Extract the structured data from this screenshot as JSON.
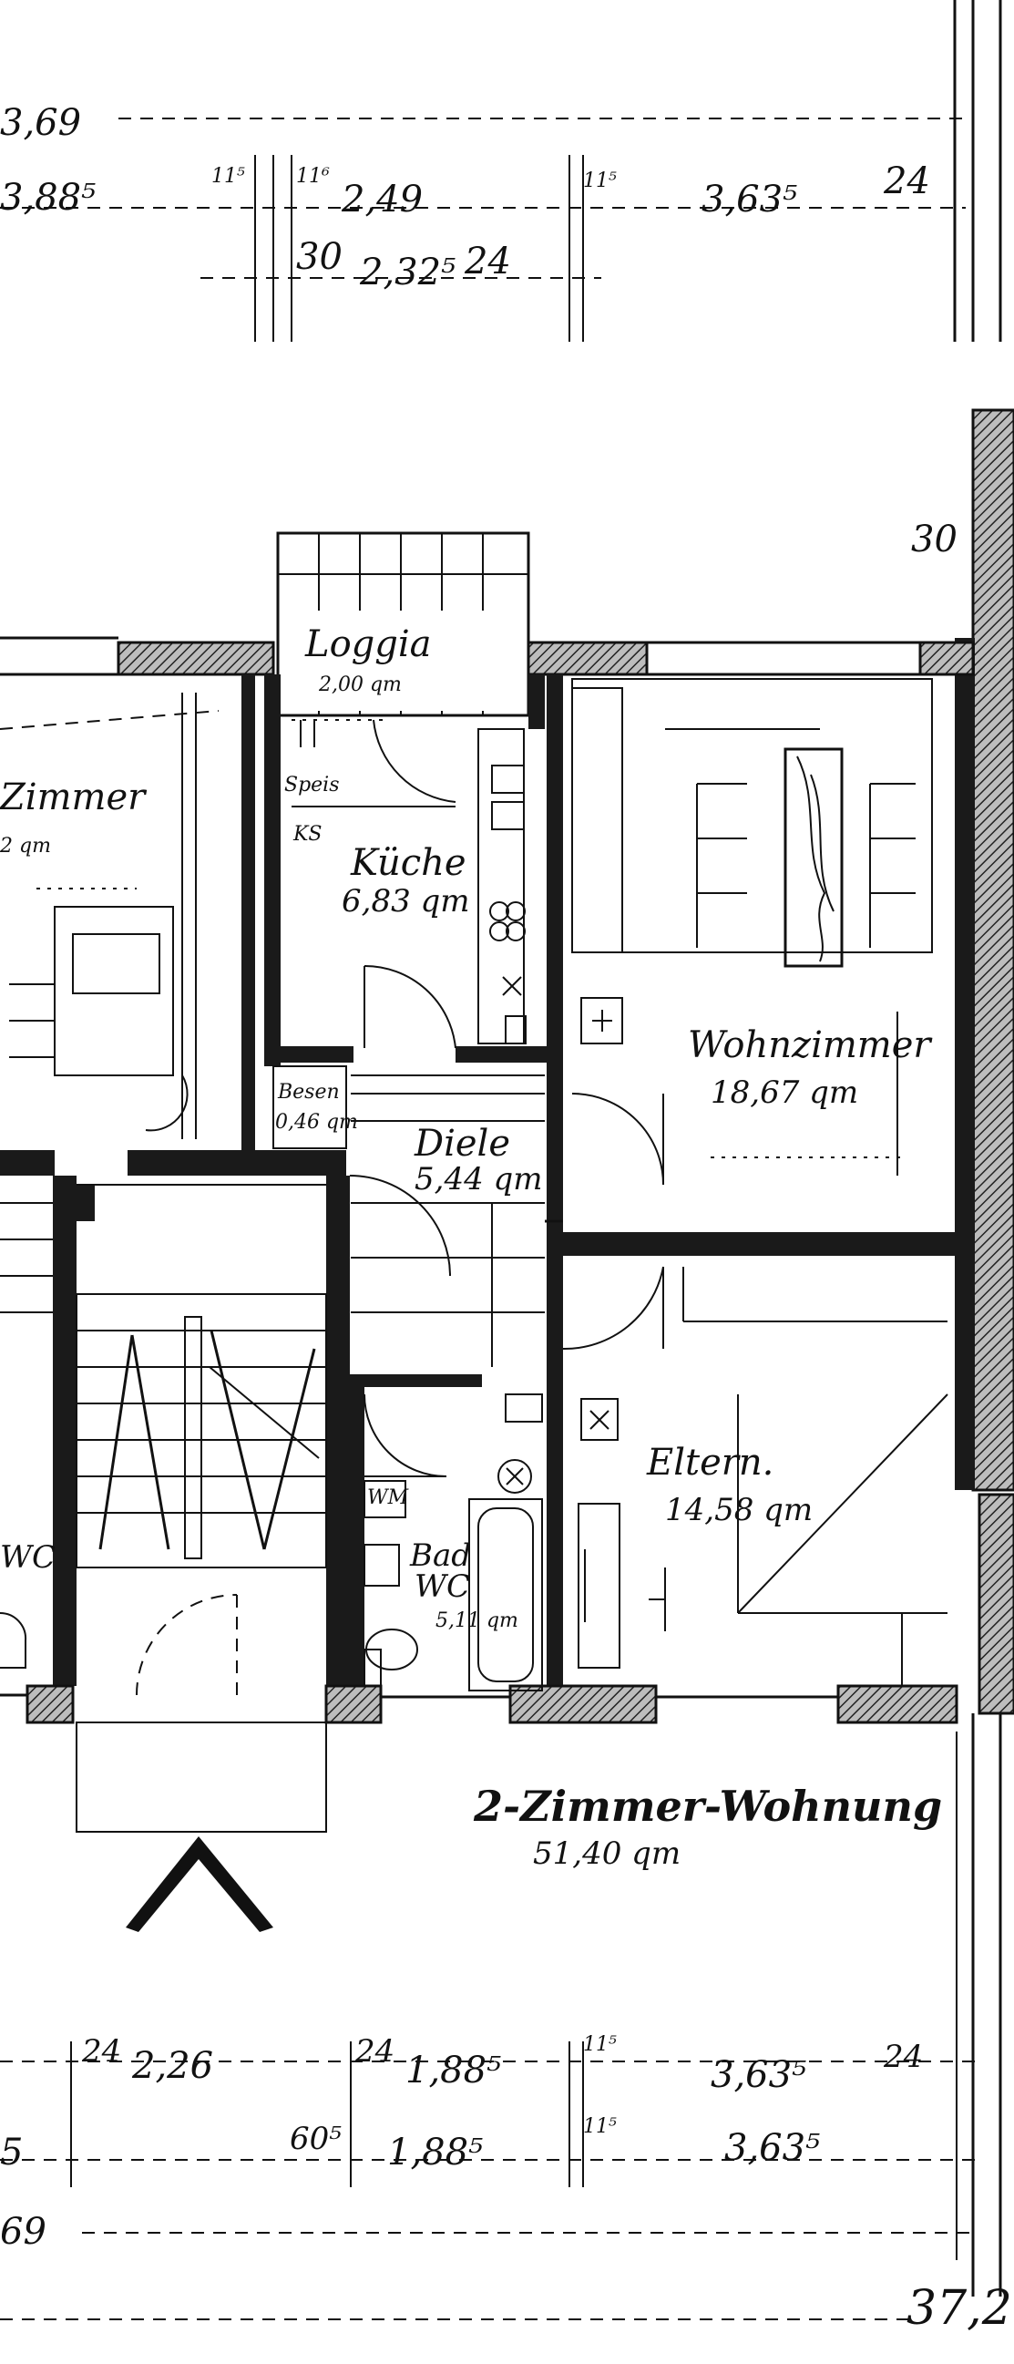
{
  "rooms": {
    "loggia": {
      "label": "Loggia",
      "area": "2,00 qm"
    },
    "kueche": {
      "label": "Küche",
      "area": "6,83 qm"
    },
    "wohnzimmer": {
      "label": "Wohnzimmer",
      "area": "18,67 qm"
    },
    "diele": {
      "label": "Diele",
      "area": "5,44 qm"
    },
    "besen": {
      "label": "Besen",
      "area": "0,46 qm"
    },
    "eltern": {
      "label": "Eltern.",
      "area": "14,58 qm"
    },
    "bad": {
      "label": "Bad",
      "sub": "WC",
      "area": "5,11 qm"
    },
    "left_zimmer": {
      "label": "Zimmer",
      "area": "2 qm"
    },
    "left_wc": {
      "label": "WC"
    }
  },
  "fixtures": {
    "speis": "Speis",
    "ks": "KS",
    "wm": "WM"
  },
  "unit": {
    "title": "2-Zimmer-Wohnung",
    "area": "51,40 qm"
  },
  "dimensions": {
    "top_row1": [
      "3,69",
      "3,88⁵"
    ],
    "top_row2": [
      "11⁵",
      "11⁶",
      "2,49",
      "11⁵",
      "3,63⁵",
      "24"
    ],
    "top_row3": [
      "30",
      "2,32⁵",
      "24"
    ],
    "side_30": "30",
    "bottom_row1": [
      "24",
      "2,26",
      "24",
      "1,88⁵",
      "11⁵",
      "3,63⁵",
      "24"
    ],
    "bottom_row2": [
      "5",
      "60⁵",
      "1,88⁵",
      "11⁵",
      "3,63⁵"
    ],
    "bottom_row3": [
      "69"
    ],
    "total": "37,2"
  }
}
